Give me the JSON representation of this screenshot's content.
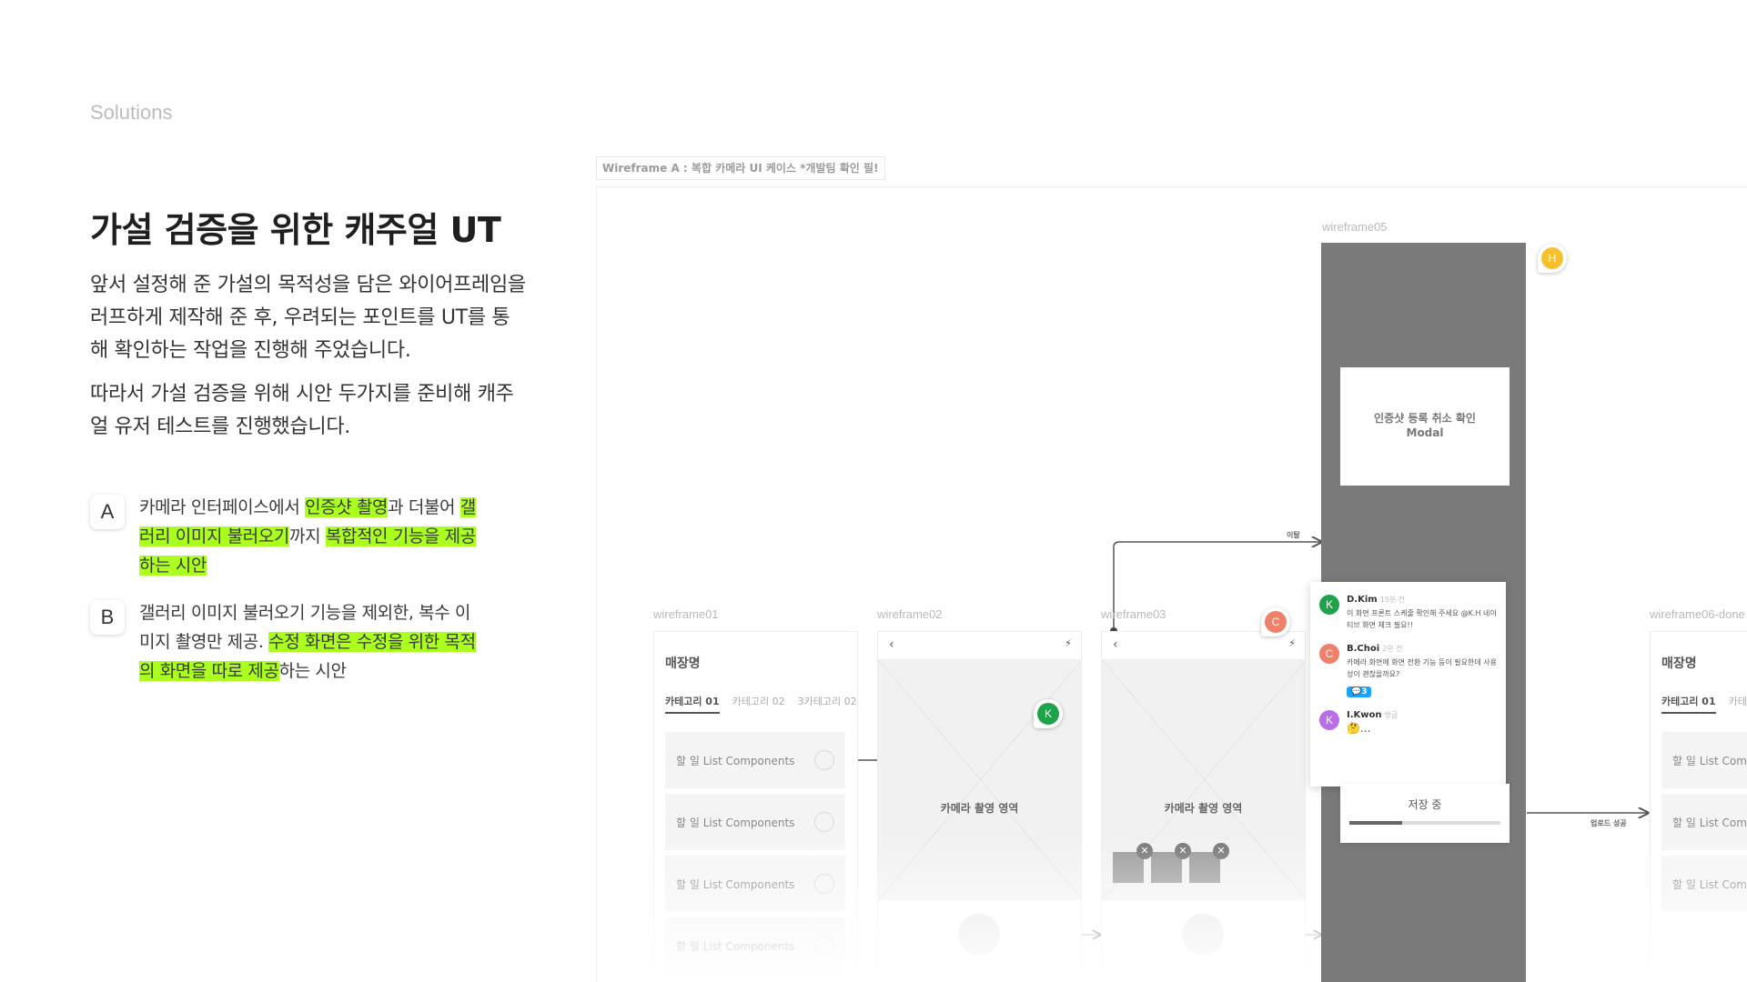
{
  "section_label": "Solutions",
  "headline": "가설 검증을 위한 캐주얼 UT",
  "intro": {
    "p1": "앞서 설정해 준 가설의 목적성을 담은 와이어프레임을 러프하게 제작해 준 후, 우려되는 포인트를 UT를 통해 확인하는 작업을 진행해 주었습니다.",
    "p2": "따라서 가설 검증을 위해 시안 두가지를 준비해 캐주얼 유저 테스트를 진행했습니다."
  },
  "options": [
    {
      "badge": "A",
      "t1": "카메라 인터페이스에서 ",
      "h1": "인증샷 촬영",
      "t2": "과 더불어 ",
      "h2": "갤러리 이미지 불러오기",
      "t3": "까지 ",
      "h3": "복합적인 기능을 제공하는 시안",
      "t4": ""
    },
    {
      "badge": "B",
      "t1": "갤러리 이미지 불러오기 기능을 제외한, 복수 이미지 촬영만 제공. ",
      "h1": "수정 화면은 수정을 위한 목적의 화면을 따로 제공",
      "t2": "하는 시안"
    }
  ],
  "canvas": {
    "title": "Wireframe A : 복합 카메라 UI 케이스  *개발팀 확인 필!",
    "frames": {
      "wf01": "wireframe01",
      "wf02": "wireframe02",
      "wf03": "wireframe03",
      "wf05": "wireframe05",
      "wf06": "wireframe06-done"
    },
    "store_name": "매장명",
    "tabs": [
      "카테고리 01",
      "카테고리 02",
      "3카테고리 02"
    ],
    "list_item": "할 일 List Components",
    "camera_area": "카메라 촬영 영역",
    "modal_line1": "인증샷 등록 취소 확인",
    "modal_line2": "Modal",
    "arrow_exit": "이탈",
    "arrow_upload": "업로드 성공",
    "saving": "저장 중",
    "saving_progress": 0.35,
    "comments": [
      {
        "initial": "K",
        "name": "D.Kim",
        "time": "15분 전",
        "text": "이 화면 프론트 스케줄 확인해 주세요 @K.H 네이티브 화면 체크 필요!!",
        "color": "#1fa34a"
      },
      {
        "initial": "C",
        "name": "B.Choi",
        "time": "2분 전",
        "text": "카메라 화면에 화면 전환 기능 등이 필요한데 사용성이 괜찮을까요?",
        "reply": "💬3",
        "color": "#f0806a"
      },
      {
        "initial": "K",
        "name": "I.Kwon",
        "time": "방금",
        "text": "🤔...",
        "color": "#b86ee8"
      }
    ],
    "pins": {
      "h": "H",
      "c": "C",
      "k": "K"
    }
  }
}
